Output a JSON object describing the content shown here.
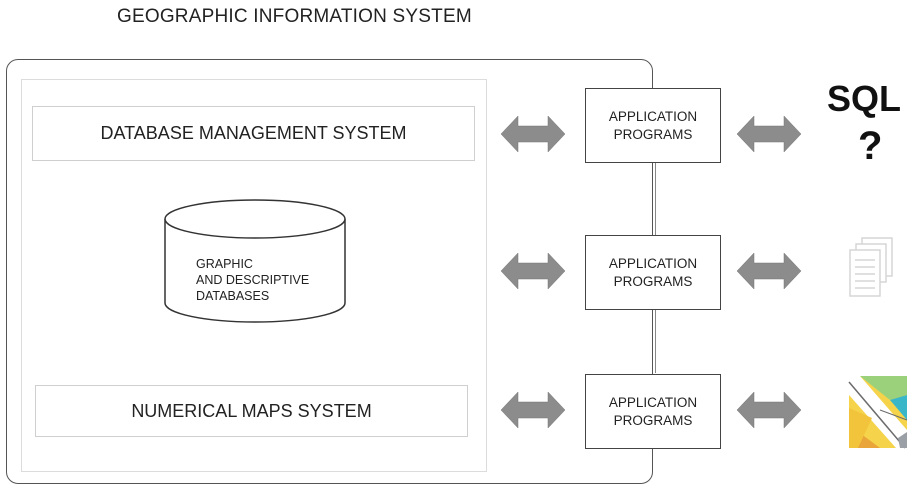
{
  "title": "GEOGRAPHIC INFORMATION SYSTEM",
  "dbms_label": "DATABASE MANAGEMENT SYSTEM",
  "database": {
    "line1": "GRAPHIC",
    "line2": "AND DESCRIPTIVE",
    "line3": "DATABASES"
  },
  "maps_label": "NUMERICAL MAPS SYSTEM",
  "app_programs": [
    {
      "line1": "APPLICATION",
      "line2": "PROGRAMS"
    },
    {
      "line1": "APPLICATION",
      "line2": "PROGRAMS"
    },
    {
      "line1": "APPLICATION",
      "line2": "PROGRAMS"
    }
  ],
  "outputs": {
    "sql": "SQL",
    "question": "?",
    "document_icon": "documents-icon",
    "map_icon": "map-icon"
  },
  "colors": {
    "arrow": "#8c8c8c",
    "map_green": "#9bd17a",
    "map_yellow": "#f5d34a",
    "map_cyan": "#39b7c9",
    "map_orange": "#e9a43a"
  }
}
